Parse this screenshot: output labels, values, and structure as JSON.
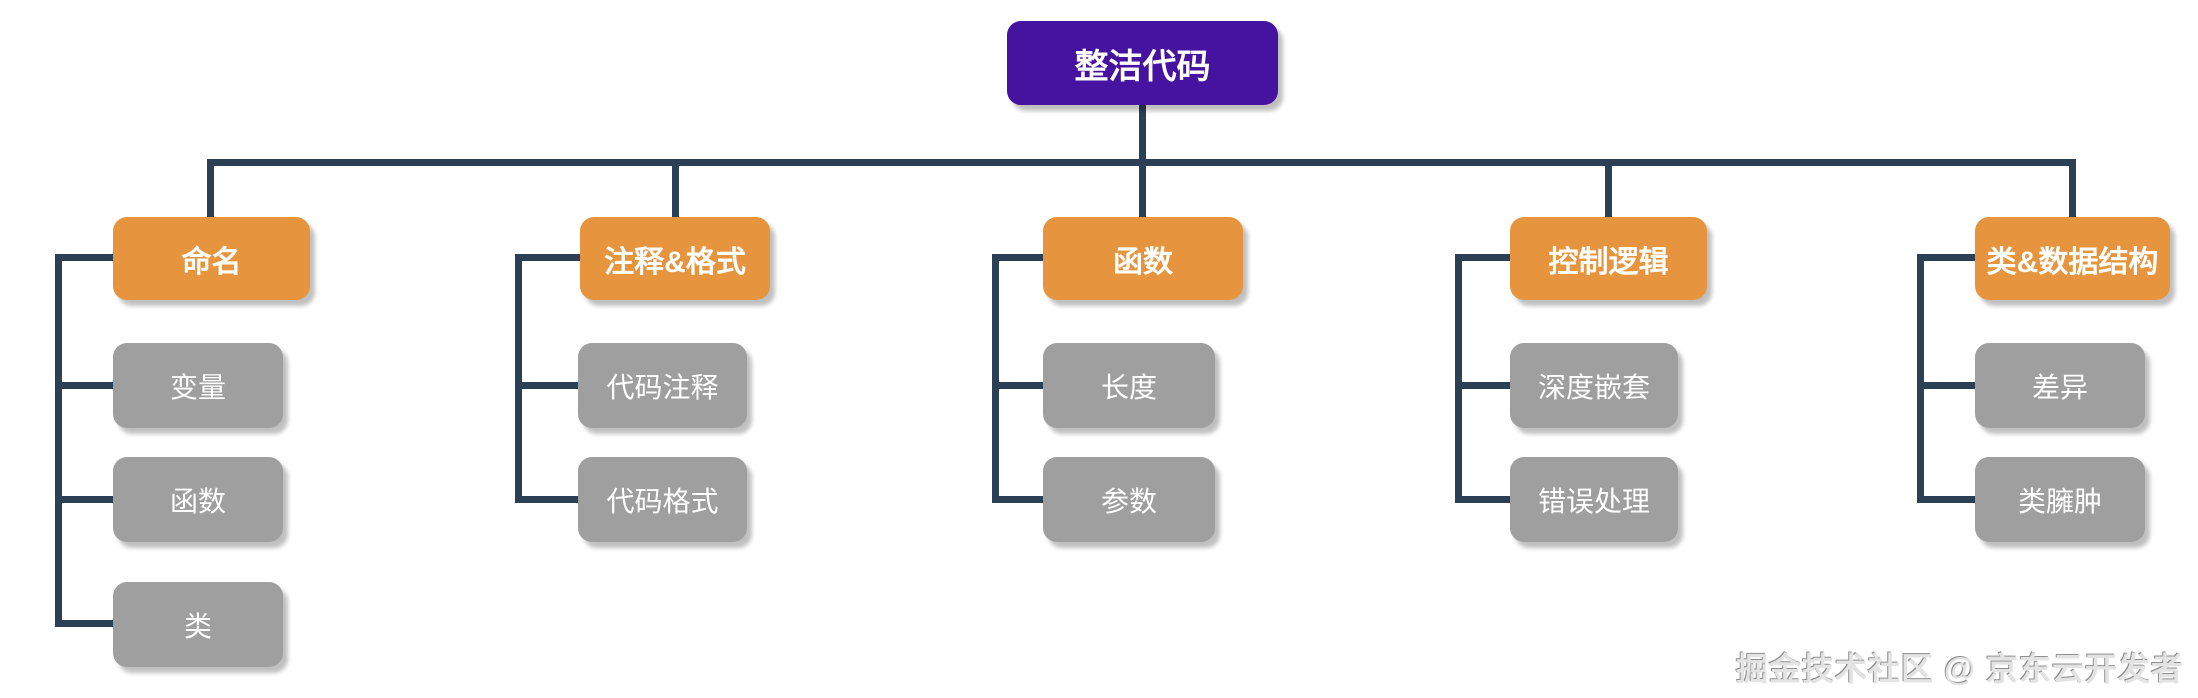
{
  "diagram": {
    "type": "mindmap-tree",
    "background": "#ffffff",
    "colors": {
      "root_bg": "#4612A0",
      "branch_bg": "#E6953E",
      "child_bg": "#9F9F9F",
      "connector": "#2B3F55",
      "node_text": "#FFFFFF"
    }
  },
  "root": {
    "label": "整洁代码"
  },
  "branches": [
    {
      "label": "命名",
      "children": [
        {
          "label": "变量"
        },
        {
          "label": "函数"
        },
        {
          "label": "类"
        }
      ]
    },
    {
      "label": "注释&格式",
      "children": [
        {
          "label": "代码注释"
        },
        {
          "label": "代码格式"
        }
      ]
    },
    {
      "label": "函数",
      "children": [
        {
          "label": "长度"
        },
        {
          "label": "参数"
        }
      ]
    },
    {
      "label": "控制逻辑",
      "children": [
        {
          "label": "深度嵌套"
        },
        {
          "label": "错误处理"
        }
      ]
    },
    {
      "label": "类&数据结构",
      "children": [
        {
          "label": "差异"
        },
        {
          "label": "类臃肿"
        }
      ]
    }
  ],
  "watermark": {
    "text": "掘金技术社区 @ 京东云开发者"
  }
}
